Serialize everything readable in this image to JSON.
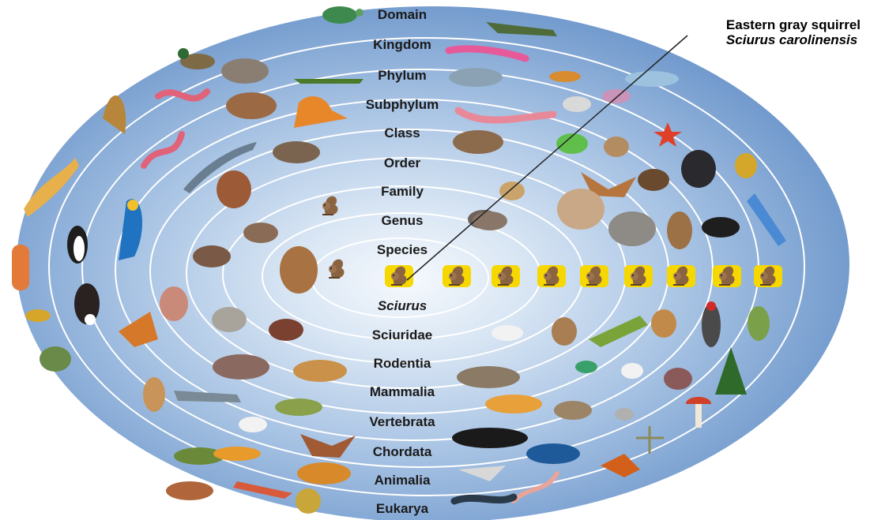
{
  "callout": {
    "common_name": "Eastern gray squirrel",
    "scientific_name": "Sciurus carolinensis"
  },
  "classification_ranks": {
    "domain": "Domain",
    "kingdom": "Kingdom",
    "phylum": "Phylum",
    "subphylum": "Subphylum",
    "class": "Class",
    "order": "Order",
    "family": "Family",
    "genus": "Genus",
    "species": "Species"
  },
  "squirrel_taxa": {
    "genus": "Sciurus",
    "family": "Sciuridae",
    "order": "Rodentia",
    "class": "Mammalia",
    "subphylum": "Vertebrata",
    "phylum": "Chordata",
    "kingdom": "Animalia",
    "domain": "Eukarya"
  },
  "colors": {
    "outer_ring": "#7ea6d4",
    "inner_center": "#f4f8fc",
    "ring_line": "#ffffff",
    "squirrel_badge": "#f6d800",
    "squirrel_body": "#7a5a3a"
  },
  "icons": [
    "squirrel-icon",
    "turtle-icon",
    "armadillo-icon",
    "lizard-icon",
    "worm-icon",
    "bird-icon",
    "fish-icon",
    "frog-icon",
    "dolphin-icon",
    "penguin-icon",
    "parrot-icon",
    "eagle-icon",
    "gorilla-icon",
    "elephant-icon",
    "owl-icon",
    "deer-icon",
    "rabbit-icon",
    "mouse-icon",
    "beaver-icon",
    "starfish-icon",
    "mushroom-icon",
    "tree-icon",
    "butterfly-icon",
    "snail-icon",
    "shark-icon",
    "whale-icon",
    "tiger-icon",
    "cougar-icon",
    "bat-icon",
    "kangaroo-icon"
  ]
}
